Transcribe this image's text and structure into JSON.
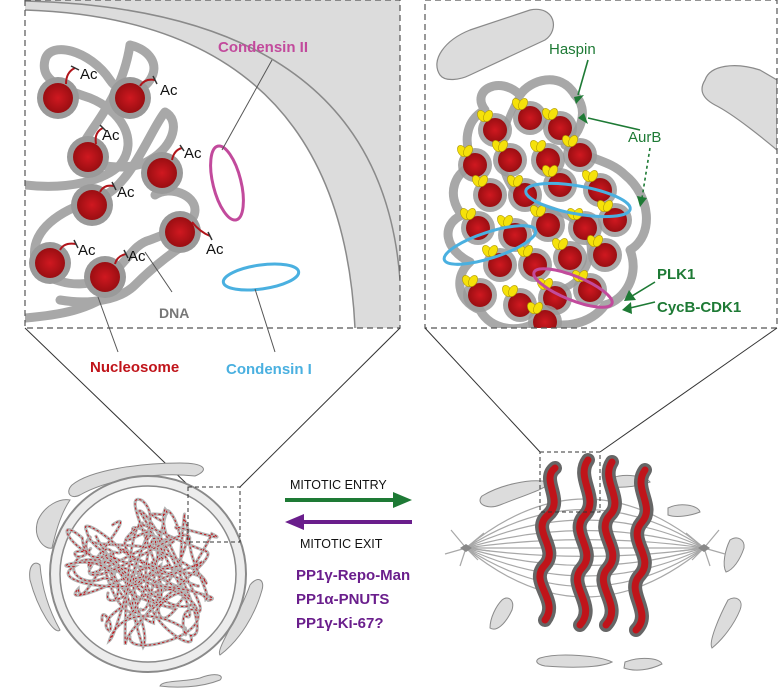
{
  "colors": {
    "red": "#c0141a",
    "pink": "#c24a9c",
    "blue": "#4ab0e0",
    "green": "#1e7a35",
    "purple": "#6a1e8c",
    "gray": "#a8a8a8",
    "yellow": "#f5e10a"
  },
  "left_panel": {
    "condensin_ii": "Condensin II",
    "condensin_i": "Condensin I",
    "dna": "DNA",
    "nucleosome": "Nucleosome",
    "acetyl_mark": "Ac"
  },
  "right_panel": {
    "haspin": "Haspin",
    "aurb": "AurB",
    "plk1": "PLK1",
    "cycb_cdk1": "CycB-CDK1"
  },
  "transition": {
    "mitotic_entry": "MITOTIC ENTRY",
    "mitotic_exit": "MITOTIC EXIT",
    "phosphatases": [
      "PP1γ-Repo-Man",
      "PP1α-PNUTS",
      "PP1γ-Ki-67?"
    ]
  }
}
